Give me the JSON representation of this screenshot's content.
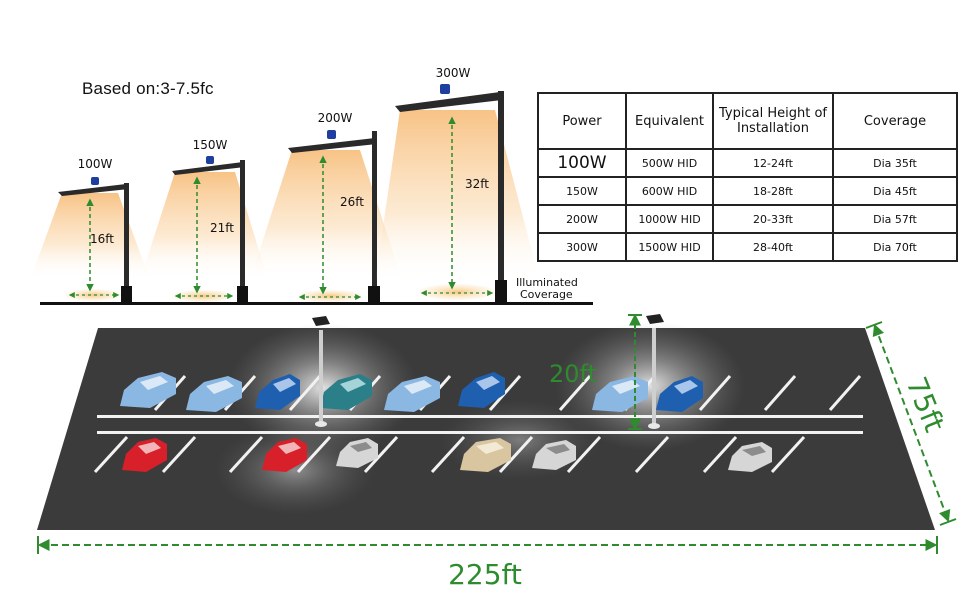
{
  "based_on": "Based on:3-7.5fc",
  "lights": [
    {
      "power": "100W",
      "height": "16ft"
    },
    {
      "power": "150W",
      "height": "21ft"
    },
    {
      "power": "200W",
      "height": "26ft"
    },
    {
      "power": "300W",
      "height": "32ft"
    }
  ],
  "illuminated_label": [
    "Illuminated",
    "Coverage"
  ],
  "table": {
    "headers": [
      "Power",
      "Equivalent",
      "Typical Height of Installation",
      "Coverage"
    ],
    "rows": [
      {
        "power": "100W",
        "equivalent": "500W HID",
        "height": "12-24ft",
        "coverage": "Dia 35ft"
      },
      {
        "power": "150W",
        "equivalent": "600W HID",
        "height": "18-28ft",
        "coverage": "Dia 45ft"
      },
      {
        "power": "200W",
        "equivalent": "1000W HID",
        "height": "20-33ft",
        "coverage": "Dia 57ft"
      },
      {
        "power": "300W",
        "equivalent": "1500W HID",
        "height": "28-40ft",
        "coverage": "Dia 70ft"
      }
    ]
  },
  "parking_lot": {
    "pole_height": "20ft",
    "width": "225ft",
    "depth": "75ft"
  },
  "colors": {
    "dimension_green": "#2e8b2e",
    "asphalt": "#3b3b3b",
    "light_glow": "#f6c27a",
    "pole": "#2a2a2a"
  }
}
